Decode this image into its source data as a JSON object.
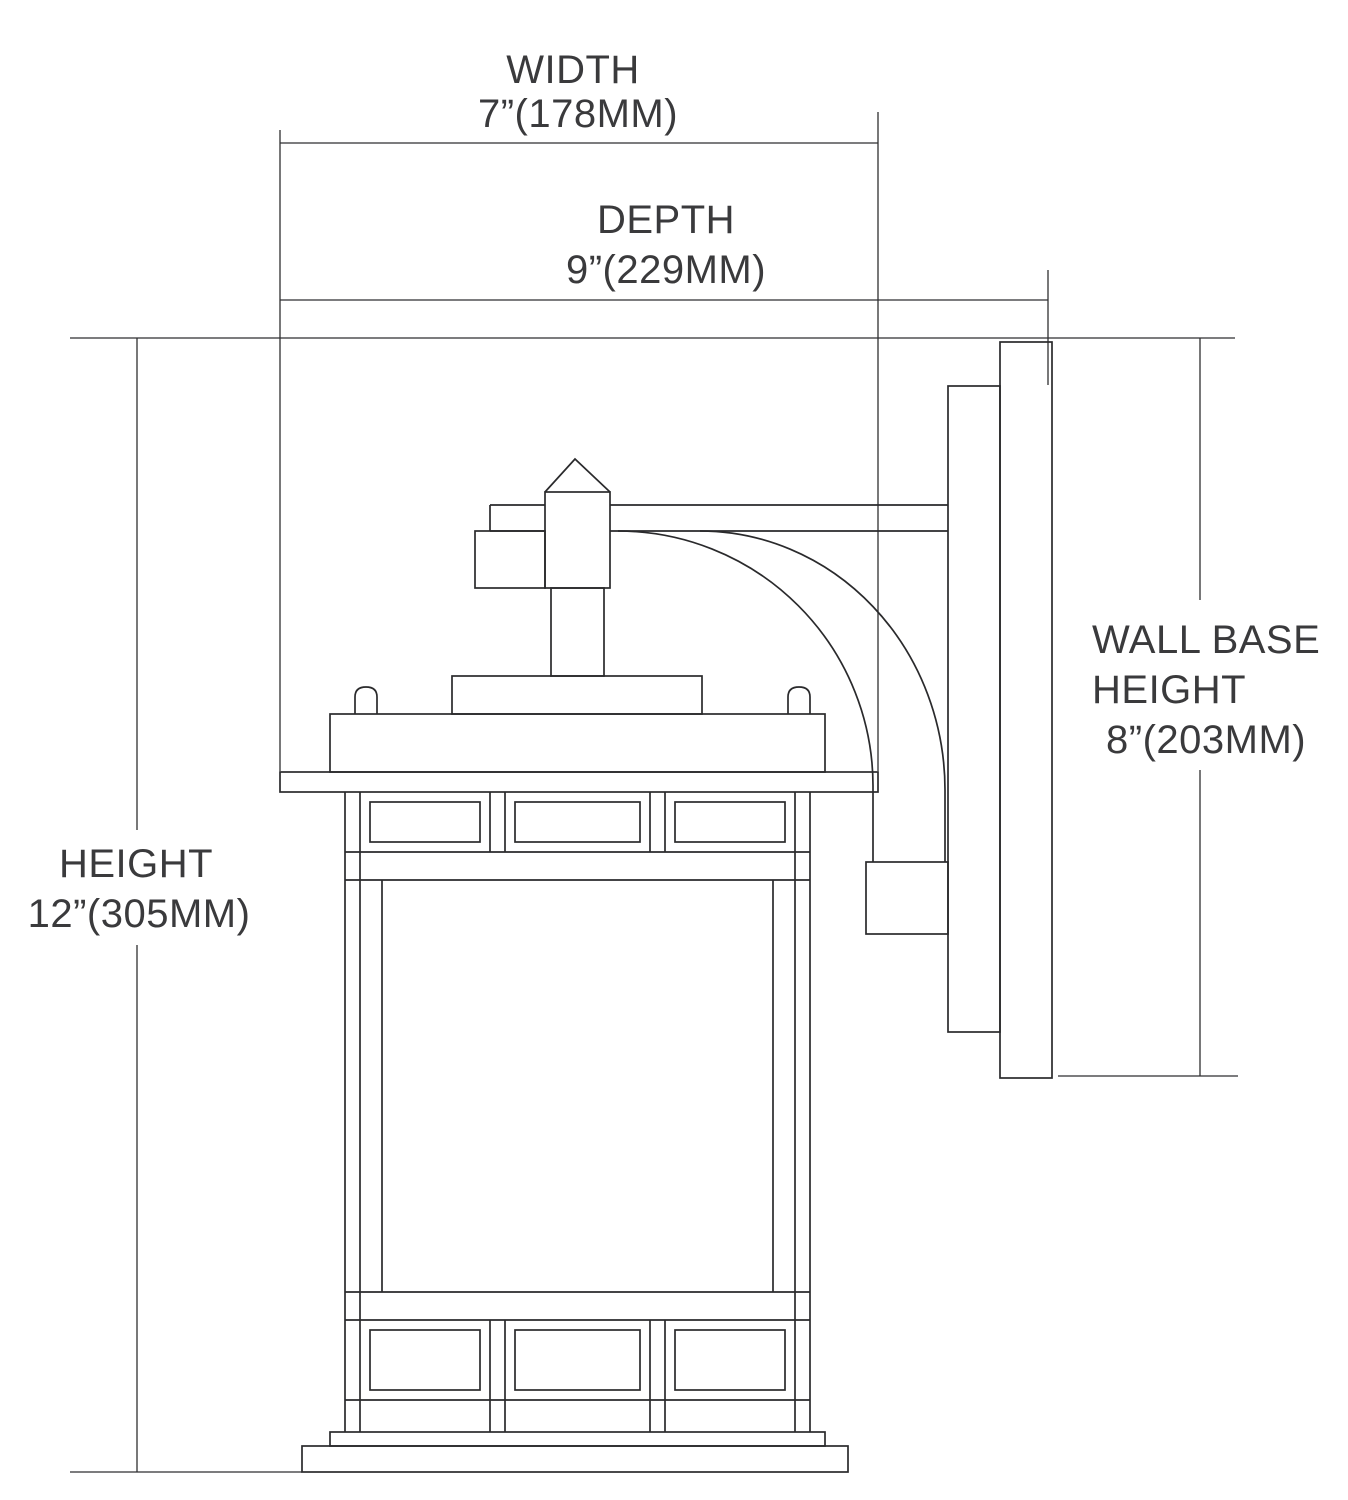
{
  "diagram": {
    "kind": "product dimension drawing",
    "subject": "outdoor wall sconce - side elevation",
    "colors": {
      "background": "#ffffff",
      "line": "#2b2b2d",
      "text": "#3a3a3c"
    },
    "dimensions": {
      "width": {
        "label": "WIDTH",
        "value": "7”(178MM)"
      },
      "depth": {
        "label": "DEPTH",
        "value": "9”(229MM)"
      },
      "height": {
        "label": "HEIGHT",
        "value": "12”(305MM)"
      },
      "wall_base_height": {
        "label_line1": "WALL BASE",
        "label_line2": "HEIGHT",
        "value": "8”(203MM)"
      }
    }
  }
}
